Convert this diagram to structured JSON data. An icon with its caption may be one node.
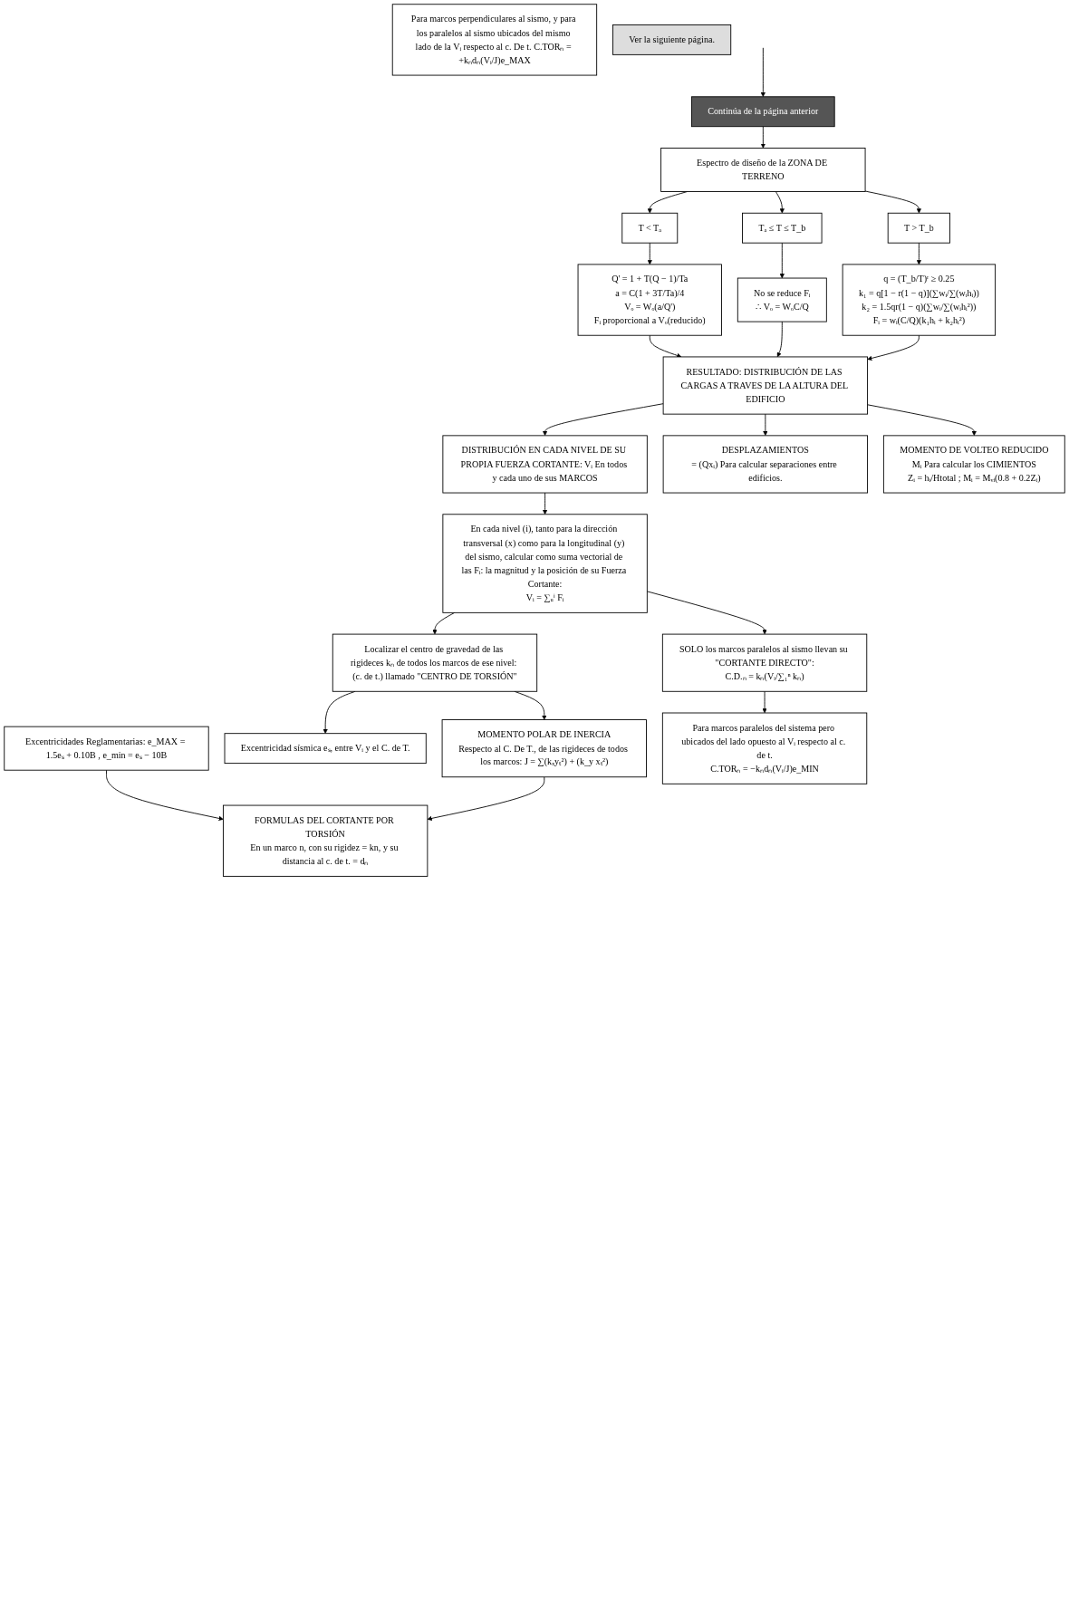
{
  "diagram": {
    "nodes": [
      {
        "text": [
          "Continúa de la página anterior"
        ]
      },
      {
        "text": [
          "Espectro de diseño de la ZONA DE TERRENO"
        ]
      },
      {
        "text": [
          "T < Tₐ"
        ]
      },
      {
        "text": [
          "T > T_b"
        ]
      },
      {
        "text": [
          "Q' = 1 + T(Q − 1)/Ta",
          "a = C(1 + 3T/Ta)/4",
          "Vₒ = Wₒ(a/Q')",
          "Fᵢ proporcional a Vₒ(reducido)"
        ]
      },
      {
        "text": [
          "Tₐ ≤ T ≤ T_b"
        ]
      },
      {
        "text": [
          "No se reduce Fᵢ",
          "∴ Vₒ = WₒC/Q"
        ]
      },
      {
        "text": [
          "q = (T_b/T)ʳ ≥ 0.25",
          "k₁ = q[1 − r(1 − q)](∑wᵢ/∑(wᵢhᵢ))",
          "k₂ = 1.5qr(1 − q)(∑wᵢ/∑(wᵢhᵢ²))",
          "Fᵢ = wᵢ(C/Q)(k₁hᵢ + k₂hᵢ²)"
        ]
      },
      {
        "text": [
          "RESULTADO: DISTRIBUCIÓN DE LAS CARGAS A TRAVES DE LA ALTURA DEL EDIFICIO"
        ]
      },
      {
        "text": [
          "DISTRIBUCIÓN EN CADA NIVEL DE SU PROPIA FUERZA CORTANTE: Vᵢ En todos y cada uno de sus MARCOS"
        ]
      },
      {
        "text": [
          "DESPLAZAMIENTOS",
          "= (Qxᵢ) Para calcular separaciones entre edificios."
        ]
      },
      {
        "text": [
          "MOMENTO DE VOLTEO REDUCIDO",
          "Mᵢ Para calcular los CIMIENTOS",
          "Zᵢ = hᵢ/Htotal ; Mᵢ = Mᵥᵢ(0.8 + 0.2Zᵢ)"
        ]
      },
      {
        "text": [
          "En cada nivel (i), tanto para la dirección transversal (x) como para la longitudinal (y) del sismo, calcular como suma vectorial de las Fᵢ: la magnitud y la posición de su Fuerza Cortante:",
          "Vᵢ = ∑ᵤⁱ Fᵢ"
        ]
      },
      {
        "text": [
          "SOLO los marcos paralelos al sismo llevan su \"CORTANTE DIRECTO\":",
          "C.D.ₙ = kₙ(Vᵢ/∑₁ⁿ kₙ)"
        ]
      },
      {
        "text": [
          "Localizar el centro de gravedad de las rigideces kₙ de todos los marcos de ese nivel: (c. de t.) llamado \"CENTRO DE TORSIÓN\""
        ]
      },
      {
        "text": [
          "MOMENTO POLAR DE INERCIA",
          "Respecto al C. De T., de las rigideces de todos los marcos: J = ∑(kₓyₜ²) + (k_y xₜ²)"
        ]
      },
      {
        "text": [
          "Excentricidad sísmica eₛ, entre Vᵢ y el C. de T."
        ]
      },
      {
        "text": [
          "Excentricidades Reglamentarias: e_MAX = 1.5eₛ + 0.10B , e_min = eₛ − 10B"
        ]
      },
      {
        "text": [
          "FORMULAS DEL CORTANTE POR TORSIÓN",
          "En un marco n, con su rigidez = kn, y su distancia al c. de t. = dₙ"
        ]
      },
      {
        "text": [
          "Para marcos perpendiculares al sismo, y para los paralelos al sismo ubicados del mismo lado de la Vᵢ respecto al c. De t. C.TORₙ = +kₙdₙ(Vᵢ/J)e_MAX"
        ]
      },
      {
        "text": [
          "Para marcos paralelos del sistema pero ubicados del lado opuesto al Vᵢ respecto al c. de t.",
          "C.TORₙ = −kₙdₙ(Vᵢ/J)e_MIN"
        ]
      },
      {
        "text": [
          "Ver la siguiente página."
        ]
      }
    ],
    "edges": [
      {
        "from": null,
        "to": 0,
        "arrow": "to"
      },
      {
        "from": 0,
        "to": 1,
        "arrow": "to"
      },
      {
        "from": 1,
        "to": 2,
        "arrow": "to"
      },
      {
        "from": 1,
        "to": 5,
        "arrow": "to"
      },
      {
        "from": 1,
        "to": 3,
        "arrow": "to"
      },
      {
        "from": 2,
        "to": 4,
        "arrow": "to"
      },
      {
        "from": 5,
        "to": 6,
        "arrow": "to"
      },
      {
        "from": 3,
        "to": 7,
        "arrow": "to"
      },
      {
        "from": 4,
        "to": 8,
        "arrow": "to"
      },
      {
        "from": 6,
        "to": 8,
        "arrow": "to"
      },
      {
        "from": 7,
        "to": 8,
        "arrow": "to"
      },
      {
        "from": 8,
        "to": 9,
        "arrow": "to"
      },
      {
        "from": 8,
        "to": 10,
        "arrow": "to"
      },
      {
        "from": 8,
        "to": 11,
        "arrow": "to"
      },
      {
        "from": 9,
        "to": 12,
        "arrow": "to"
      },
      {
        "from": 12,
        "to": 13,
        "arrow": "to"
      },
      {
        "from": 12,
        "to": 14,
        "arrow": "to"
      },
      {
        "from": 14,
        "to": 15,
        "arrow": "to"
      },
      {
        "from": 14,
        "to": 16,
        "arrow": "to"
      },
      {
        "from": 17,
        "to": 18,
        "arrow": "to"
      },
      {
        "from": 15,
        "to": 18,
        "arrow": "to"
      },
      {
        "from": 13,
        "to": 20,
        "arrow": "to"
      }
    ]
  }
}
